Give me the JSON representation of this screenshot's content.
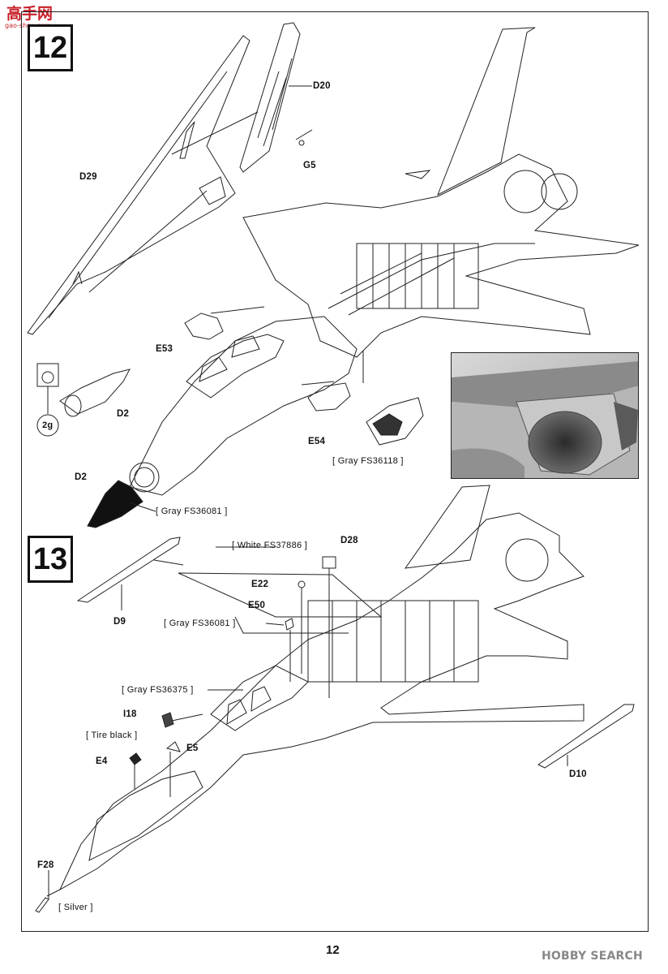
{
  "watermark_top": {
    "text": "高手网",
    "domain": "gao-shou.com"
  },
  "watermark_bottom": {
    "text": "HOBBY SEARCH"
  },
  "step12": {
    "number": "12",
    "parts": {
      "d20": "D20",
      "d29": "D29",
      "g5": "G5",
      "e53": "E53",
      "d2_cone": "D2",
      "d2_nose": "D2",
      "e54": "E54",
      "weight": "2g"
    },
    "colors": {
      "gray_36118": "[ Gray  FS36118 ]",
      "gray_36081": "[ Gray  FS36081 ]"
    }
  },
  "step13": {
    "number": "13",
    "parts": {
      "d28": "D28",
      "e22": "E22",
      "e50": "E50",
      "d9": "D9",
      "i18": "I18",
      "e5": "E5",
      "e4": "E4",
      "d10": "D10",
      "f28": "F28"
    },
    "colors": {
      "white": "[ White  FS37886 ]",
      "gray_36081": "[ Gray  FS36081 ]",
      "gray_36375": "[ Gray  FS36375 ]",
      "tire_black": "[ Tire black ]",
      "silver": "[ Silver ]"
    }
  },
  "page_number": "12"
}
